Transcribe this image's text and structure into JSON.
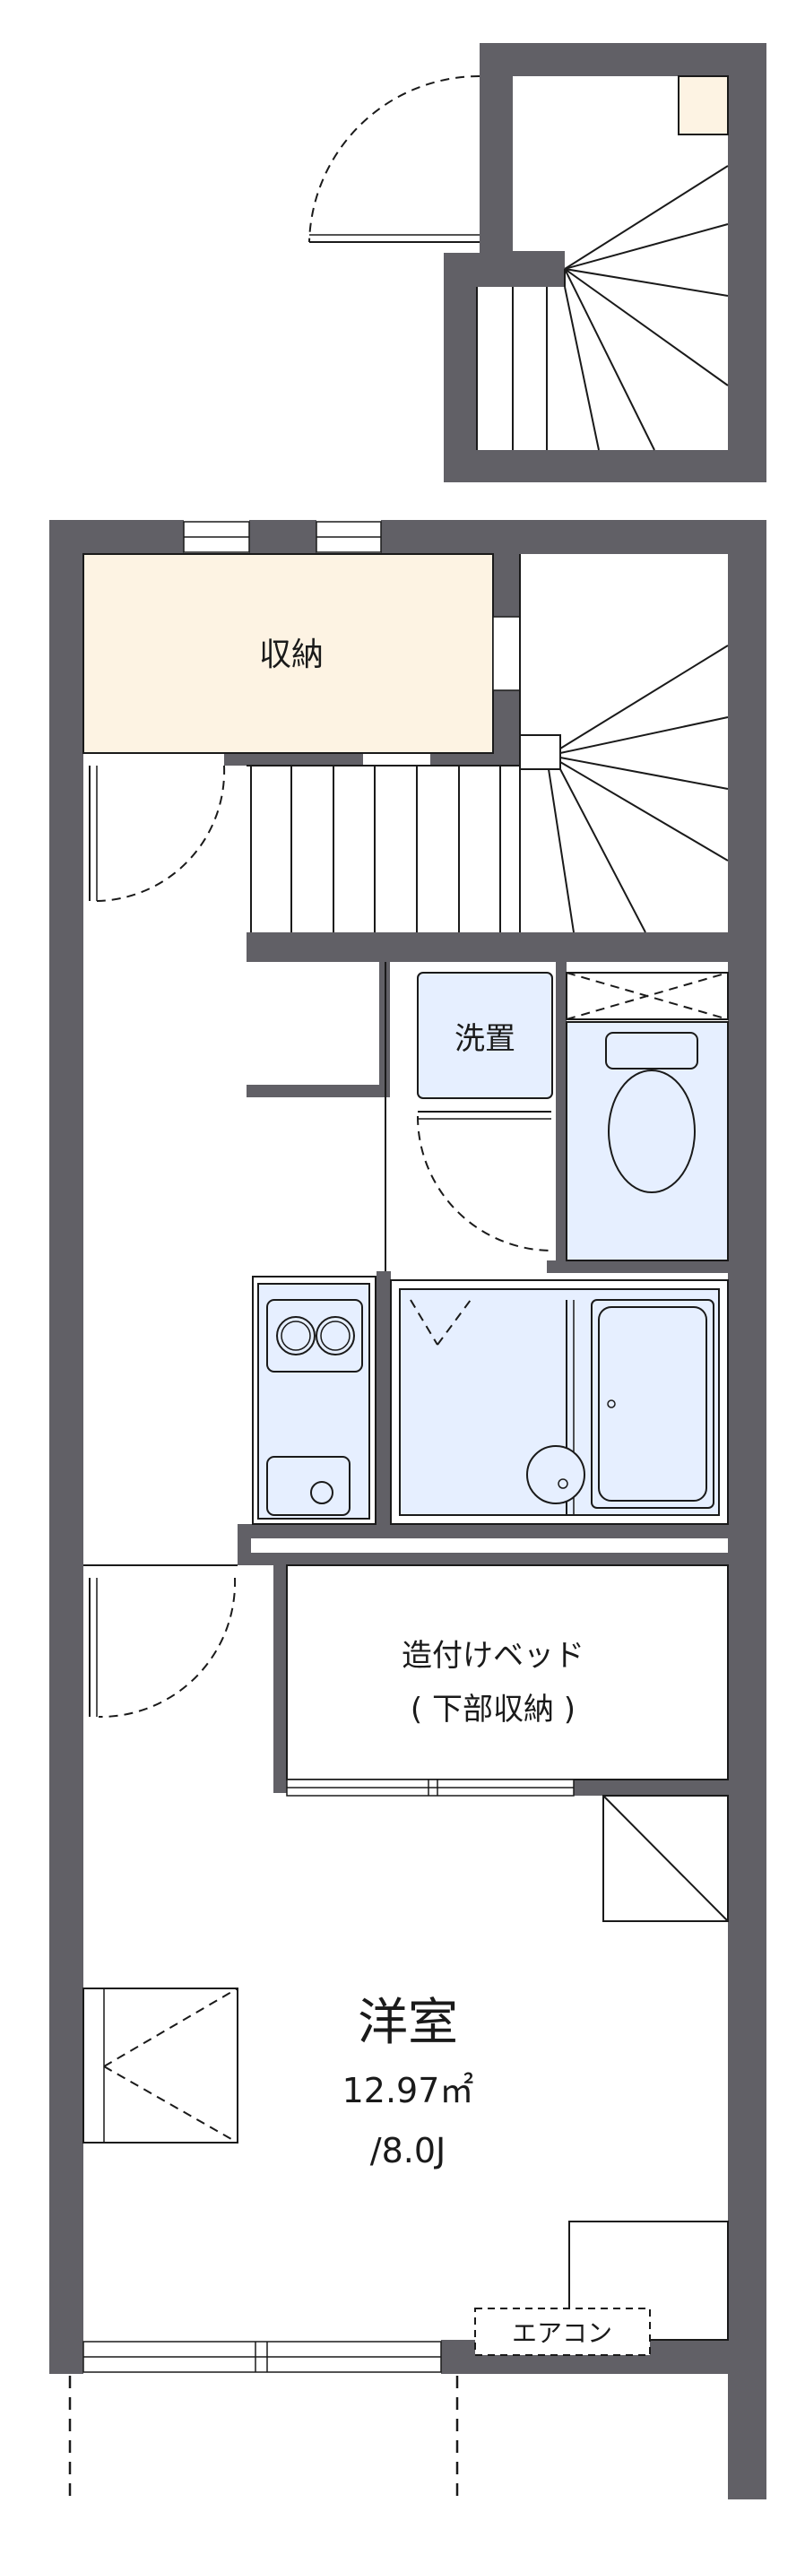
{
  "rooms": {
    "storage": "収納",
    "washer": "洗置",
    "bed_line1": "造付けベッド",
    "bed_line2": "( 下部収納 )",
    "western_room": "洋室",
    "area_sqm": "12.97㎡",
    "area_jo": "/8.0J",
    "aircon": "エアコン"
  },
  "colors": {
    "wall": "#616066",
    "storage_fill": "#fdf3e3",
    "fixture_fill": "#e6efff",
    "line": "#1a1a1a",
    "background": "#ffffff"
  }
}
